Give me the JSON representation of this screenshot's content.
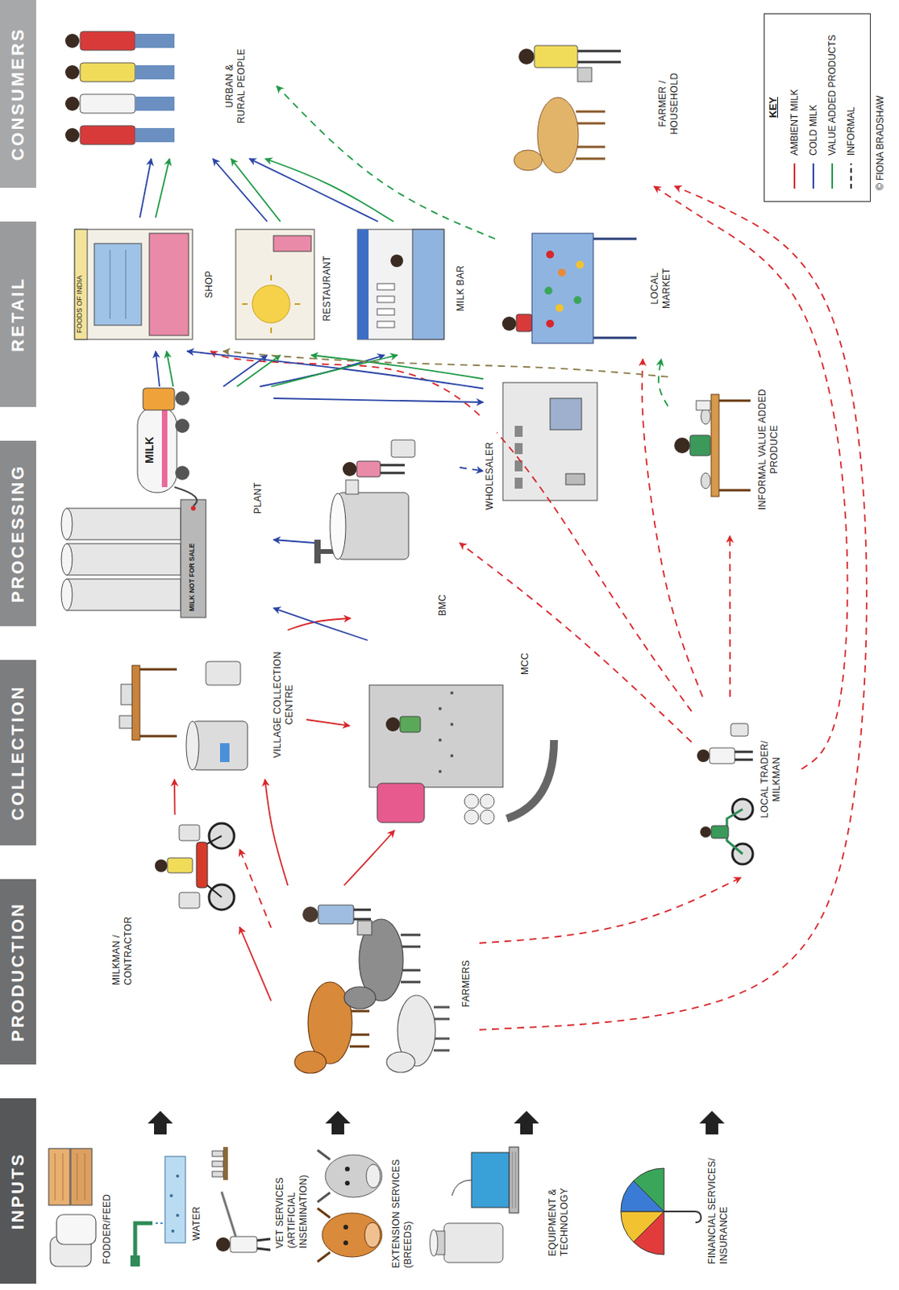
{
  "diagram": {
    "nodes": [
      {
        "text": [
          "INPUTS"
        ]
      },
      {
        "text": [
          "PRODUCTION"
        ]
      },
      {
        "text": [
          "COLLECTION"
        ]
      },
      {
        "text": [
          "PROCESSING"
        ]
      },
      {
        "text": [
          "RETAIL"
        ]
      },
      {
        "text": [
          "CONSUMERS"
        ]
      },
      {
        "text": [
          "FODDER/FEED"
        ]
      },
      {
        "text": [
          "WATER"
        ]
      },
      {
        "text": [
          "VET SERVICES (ARTIFICIAL INSEMINATION)"
        ]
      },
      {
        "text": [
          "EXTENSION SERVICES (BREEDS)"
        ]
      },
      {
        "text": [
          "EQUIPMENT & TECHNOLOGY"
        ]
      },
      {
        "text": [
          "FINANCIAL SERVICES/ INSURANCE"
        ]
      },
      {
        "text": [
          "MILKMAN / CONTRACTOR"
        ]
      },
      {
        "text": [
          "FARMERS"
        ]
      },
      {
        "text": [
          "VILLAGE COLLECTION CENTRE"
        ]
      },
      {
        "text": [
          "MCC"
        ]
      },
      {
        "text": [
          "LOCAL TRADER/ MILKMAN"
        ]
      },
      {
        "text": [
          "PLANT"
        ]
      },
      {
        "text": [
          "BMC"
        ]
      },
      {
        "text": [
          "WHOLESALER"
        ]
      },
      {
        "text": [
          "INFORMAL VALUE ADDED PRODUCE"
        ]
      },
      {
        "text": [
          "SHOP"
        ]
      },
      {
        "text": [
          "RESTAURANT"
        ]
      },
      {
        "text": [
          "MILK BAR"
        ]
      },
      {
        "text": [
          "LOCAL MARKET"
        ]
      },
      {
        "text": [
          "URBAN & RURAL PEOPLE"
        ]
      },
      {
        "text": [
          "FARMER / HOUSEHOLD"
        ]
      }
    ],
    "edges": [
      {
        "from": 13,
        "to": 12,
        "arrow": "to"
      },
      {
        "from": 12,
        "to": 14,
        "arrow": "to"
      },
      {
        "from": 13,
        "to": 14,
        "arrow": "to"
      },
      {
        "from": 13,
        "to": 15,
        "arrow": "to"
      },
      {
        "from": 14,
        "to": 15,
        "arrow": "to"
      },
      {
        "from": 14,
        "to": 18,
        "arrow": "to"
      },
      {
        "from": 13,
        "to": 12,
        "arrow": "to"
      },
      {
        "from": 13,
        "to": 16,
        "arrow": "to"
      },
      {
        "from": 13,
        "to": 26,
        "arrow": "to"
      },
      {
        "from": 16,
        "to": 18,
        "arrow": "to"
      },
      {
        "from": 16,
        "to": 20,
        "arrow": "to"
      },
      {
        "from": 16,
        "to": 24,
        "arrow": "to"
      },
      {
        "from": 16,
        "to": 26,
        "arrow": "to"
      },
      {
        "from": 16,
        "to": 21,
        "arrow": "to"
      },
      {
        "from": 15,
        "to": 17,
        "arrow": "to"
      },
      {
        "from": 18,
        "to": 17,
        "arrow": "to"
      },
      {
        "from": 17,
        "to": 19,
        "arrow": "to"
      },
      {
        "from": 18,
        "to": 19,
        "arrow": "to"
      },
      {
        "from": 17,
        "to": 21,
        "arrow": "to"
      },
      {
        "from": 17,
        "to": 22,
        "arrow": "to"
      },
      {
        "from": 17,
        "to": 23,
        "arrow": "to"
      },
      {
        "from": 19,
        "to": 21,
        "arrow": "to"
      },
      {
        "from": 17,
        "to": 21,
        "arrow": "to"
      },
      {
        "from": 17,
        "to": 22,
        "arrow": "to"
      },
      {
        "from": 17,
        "to": 23,
        "arrow": "to"
      },
      {
        "from": 19,
        "to": 22,
        "arrow": "to"
      },
      {
        "from": 20,
        "to": 21,
        "arrow": "to"
      },
      {
        "from": 20,
        "to": 24,
        "arrow": "to"
      },
      {
        "from": 24,
        "to": 25,
        "arrow": "to"
      },
      {
        "from": 21,
        "to": 25,
        "arrow": "to"
      },
      {
        "from": 21,
        "to": 25,
        "arrow": "to"
      },
      {
        "from": 22,
        "to": 25,
        "arrow": "to"
      },
      {
        "from": 22,
        "to": 25,
        "arrow": "to"
      },
      {
        "from": 23,
        "to": 25,
        "arrow": "to"
      },
      {
        "from": 23,
        "to": 25,
        "arrow": "to"
      }
    ],
    "labels": [
      "MILK NOT FOR SALE",
      "MILK",
      "FOODS OF INDIA",
      "KEY",
      "© FIONA BRADSHAW"
    ],
    "legend": [
      {
        "text": "AMBIENT MILK"
      },
      {
        "text": "COLD MILK"
      },
      {
        "text": "VALUE ADDED PRODUCTS"
      },
      {
        "text": "INFORMAL"
      }
    ]
  }
}
